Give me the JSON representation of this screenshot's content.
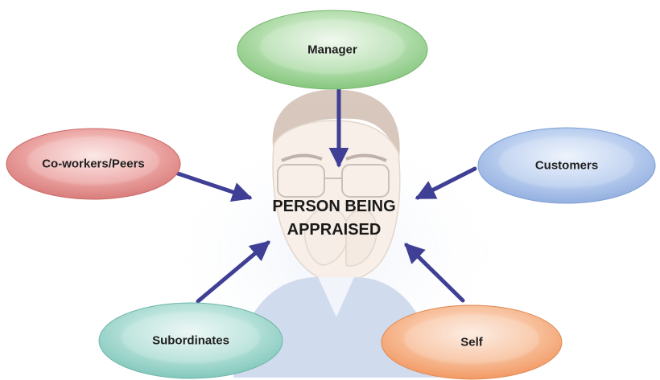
{
  "center": {
    "line1": "PERSON BEING",
    "line2": "APPRAISED"
  },
  "sources": [
    {
      "name": "Manager",
      "color": "#8fcb88"
    },
    {
      "name": "Co-workers/Peers",
      "color": "#e08a88"
    },
    {
      "name": "Customers",
      "color": "#9fb9e6"
    },
    {
      "name": "Subordinates",
      "color": "#8fcfc4"
    },
    {
      "name": "Self",
      "color": "#f3a06e"
    }
  ],
  "arrow_color": "#3f3f95"
}
